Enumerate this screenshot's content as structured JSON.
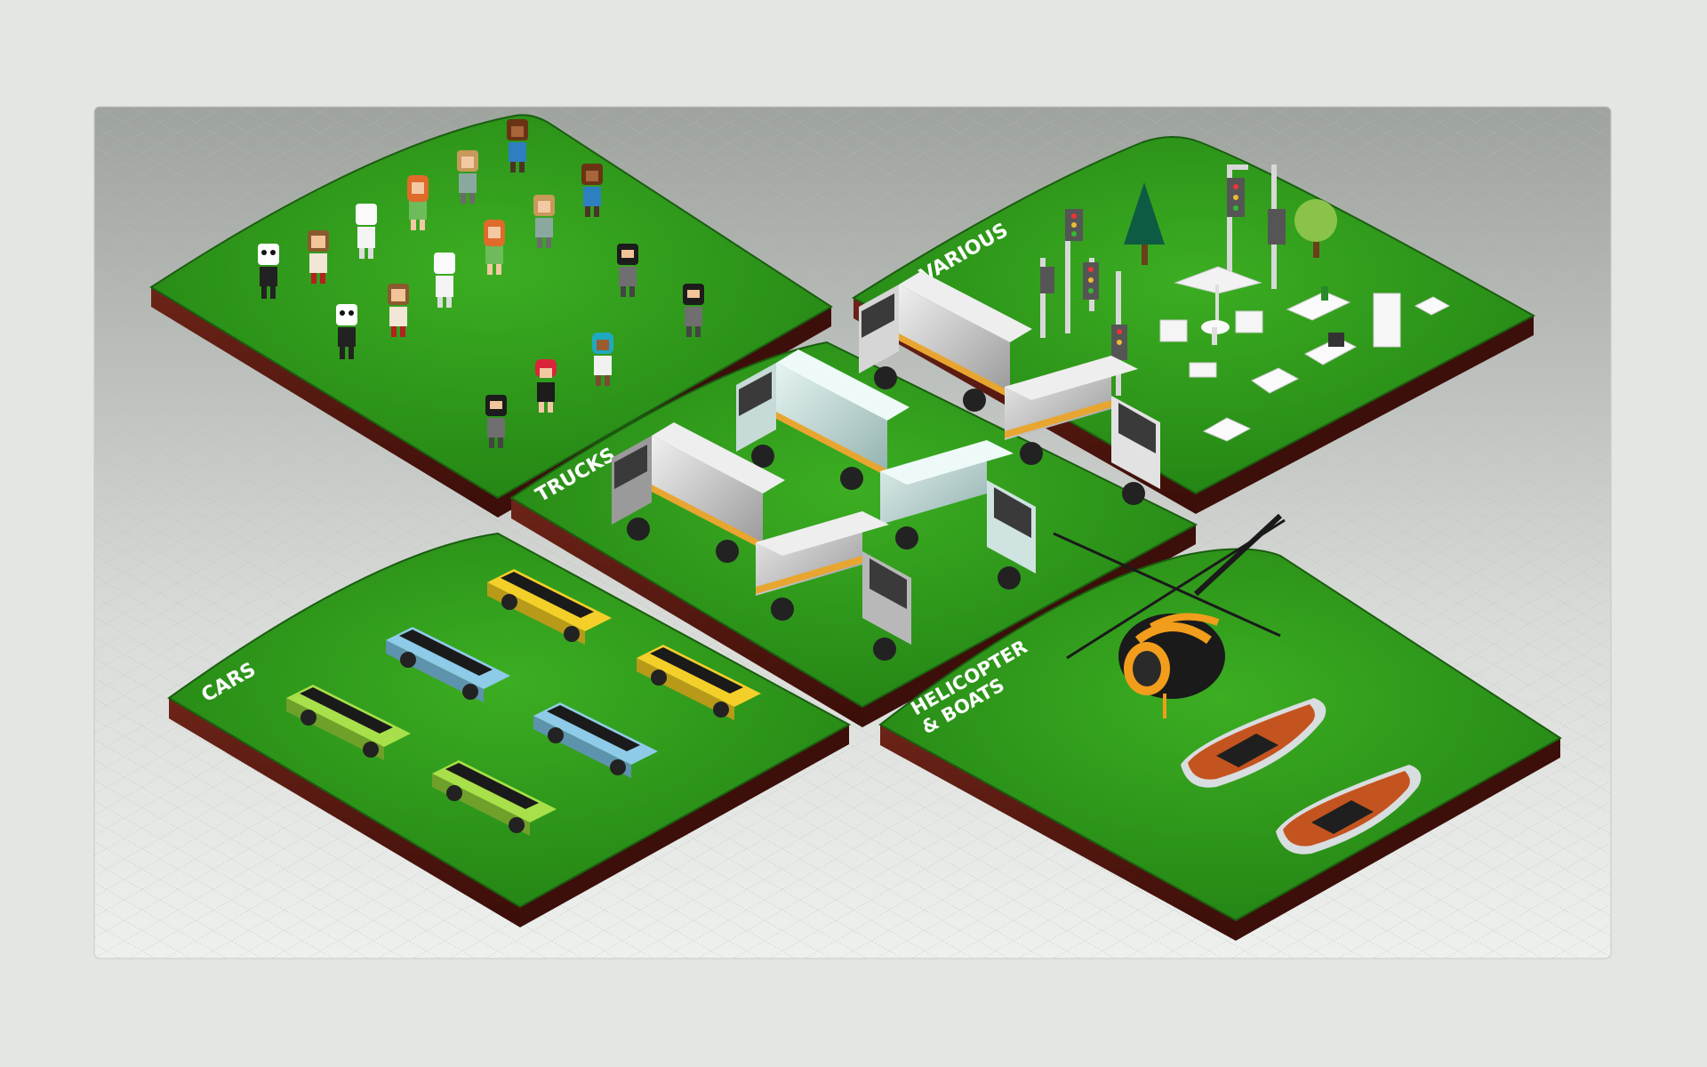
{
  "tiles": {
    "people": {
      "label": ""
    },
    "various": {
      "label": "VARIOUS"
    },
    "trucks": {
      "label": "TRUCKS"
    },
    "cars": {
      "label": "CARS"
    },
    "helicopter": {
      "label_line1": "HELICOPTER",
      "label_line2": "& BOATS"
    }
  },
  "colors": {
    "grass": "#2f9a1b",
    "soil": "#5a1a12",
    "panel": "#a8ada8",
    "card": "#e3e5e3"
  }
}
